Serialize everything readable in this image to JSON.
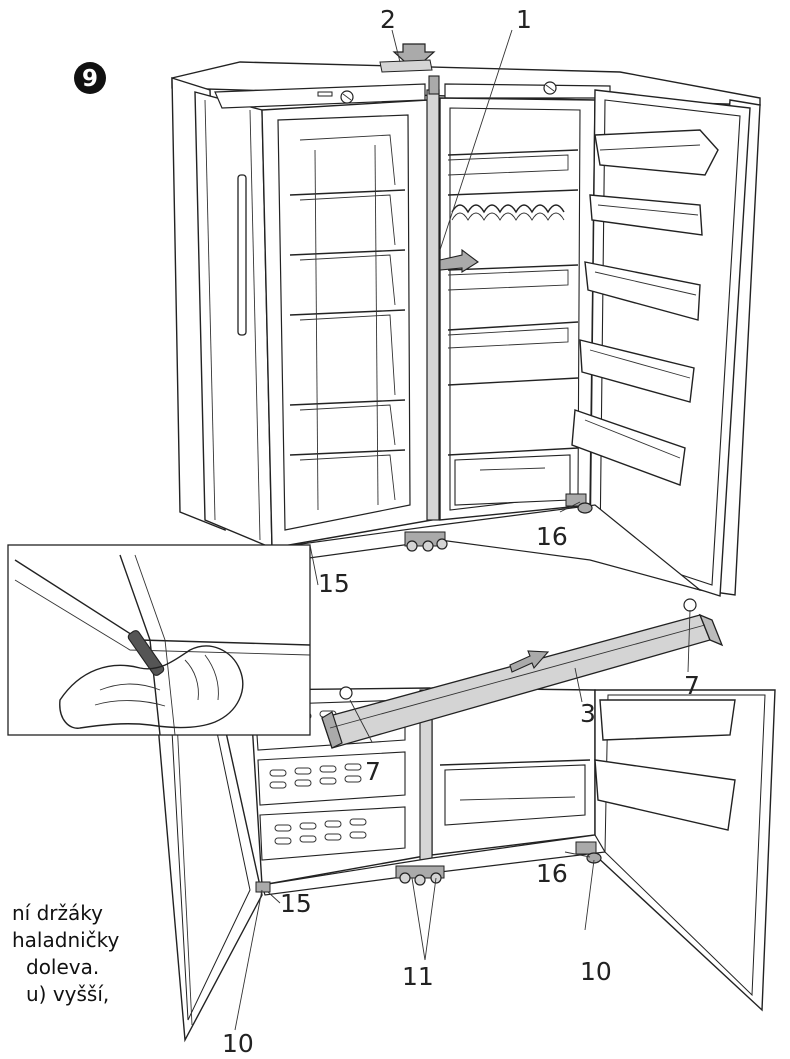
{
  "step_number": "9",
  "callouts": {
    "c1": "1",
    "c2": "2",
    "c3": "3",
    "c7a": "7",
    "c7b": "7",
    "c10a": "10",
    "c10b": "10",
    "c11": "11",
    "c15a": "15",
    "c15b": "15",
    "c16a": "16",
    "c16b": "16"
  },
  "body_text": [
    "ní držáky",
    "haladničky",
    "doleva.",
    "u) vyšší,"
  ]
}
